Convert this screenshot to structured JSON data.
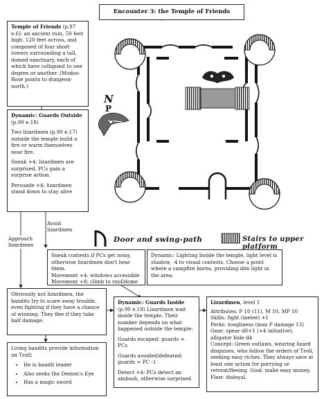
{
  "title": "Encounter 3: the Temple of Friends",
  "temple_box": {
    "heading": "Temple of Friends",
    "ref": " (p.87 e.6)",
    "body": ": an ancient ruin, 50 feet high, 120 feet across, and composed of four short towers surrounding a tall, domed sanctuary, each of which have collapsed to one degree or another. (Modos-Rose points to dungeon-north.)"
  },
  "compass": {
    "north_letter": "N",
    "south_letter": "P"
  },
  "guards_outside": {
    "heading": "Dynamic: Guards Outside",
    "ref": " (p.90 e.18)",
    "p1": "Two lizardmen (p.90 e.17) outside the temple build a fire or warm themselves near fire.",
    "p2": "Sneak +4: lizardmen are surprised, PCs gain a surprise action.",
    "p3": "Persuade +4: lizardmen stand down to stay alive"
  },
  "labels": {
    "avoid": "Avoid lizardmen",
    "approach": "Approach lizardmen"
  },
  "legend": {
    "door": "Door and swing-path",
    "stairs": "Stairs to upper platform"
  },
  "sneak_box": {
    "l1": "Sneak contests if PCs get noisy, otherwise lizardmen don't hear them.",
    "l2": "Movement +4: windows accessible",
    "l3": "Movement +8: climb to roof/dome"
  },
  "lighting_box": {
    "text": "Dynamic: Lighting Inside the temple, light level is shadow, -4 to visual contests. Choose a point where a campfire burns, providing dim light in the area."
  },
  "bandits_box": {
    "text": "Obviously not lizardmen, the bandits try to scare away trouble, even fighting if they have a chance of winning. They flee if they take half damage."
  },
  "living_box": {
    "intro": "Living bandits provide information on Troll:",
    "items": [
      "He is bandit leader",
      "Also seeks the Demon's Eye",
      "Has a magic sword"
    ]
  },
  "guards_inside": {
    "heading": "Dynamic: Guards Inside",
    "p1": "(p.90 e.19) Lizardmen wait inside the temple. Their number depends on what happened outside the temple:",
    "p2": "Guards escaped: guards = PCs",
    "p3": "Guards avoided/defeated: guards = PC -1",
    "p4": "Detect +4: PCs detect an ambush, otherwise surprised"
  },
  "lizardmen": {
    "heading": "Lizardmen",
    "level": ", level 1",
    "attributes": "Attributes: P 10 (11), M 10, MP 10",
    "skills": "Skills: fight (melee) +1",
    "perks": "Perks: toughness (max P damage 13)",
    "gear": "Gear: spear d8+1 (+4 initiative), alligator hide d4",
    "concept": "Concept: Green outlaws, wearing lizard disguises, who follow the orders of Troll, seeking easy riches. They always save at least one action for parrying or retreat/fleeing. Goal: make easy money. Flaw: disloyal."
  }
}
